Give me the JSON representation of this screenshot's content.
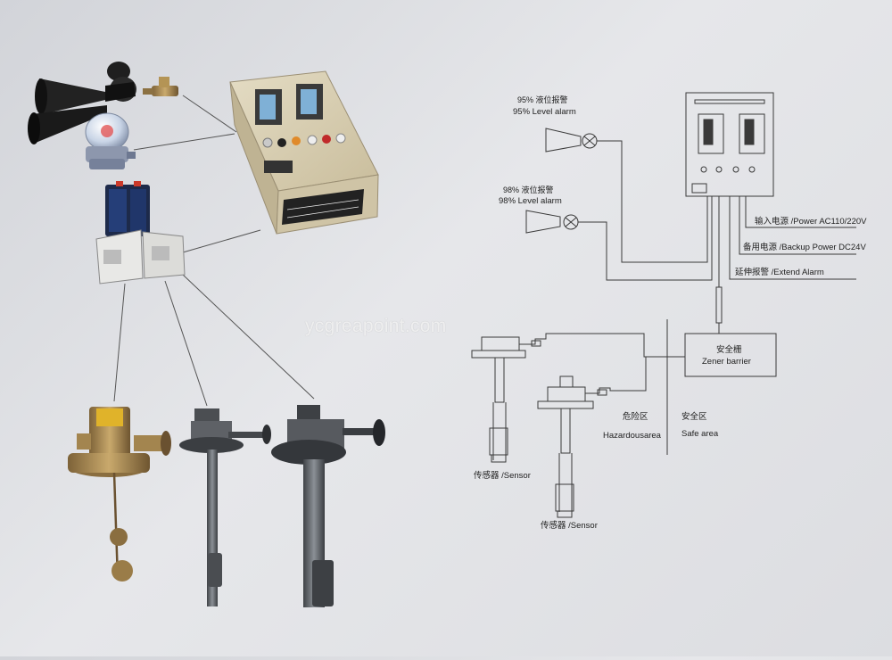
{
  "watermark": "ycgreapoint.com",
  "alarm_95": {
    "cn": "95% 液位报警",
    "en": "95% Level alarm"
  },
  "alarm_98": {
    "cn": "98% 液位报警",
    "en": "98% Level alarm"
  },
  "power_input": "输入电源 /Power AC110/220V",
  "backup_power": "备用电源 /Backup Power DC24V",
  "extend_alarm": "延伸报警 /Extend Alarm",
  "zener_barrier": {
    "cn": "安全栅",
    "en": "Zener barrier"
  },
  "hazardous_area": {
    "cn": "危险区",
    "en": "Hazardousarea"
  },
  "safe_area": {
    "cn": "安全区",
    "en": "Safe area"
  },
  "sensor_1": "传感器 /Sensor",
  "sensor_2": "传感器 /Sensor",
  "colors": {
    "line": "#3a3a3a",
    "panel": "#d9cfb6",
    "brass": "#a88a55",
    "steel": "#5c5f63",
    "horn": "#1c1c1c"
  }
}
